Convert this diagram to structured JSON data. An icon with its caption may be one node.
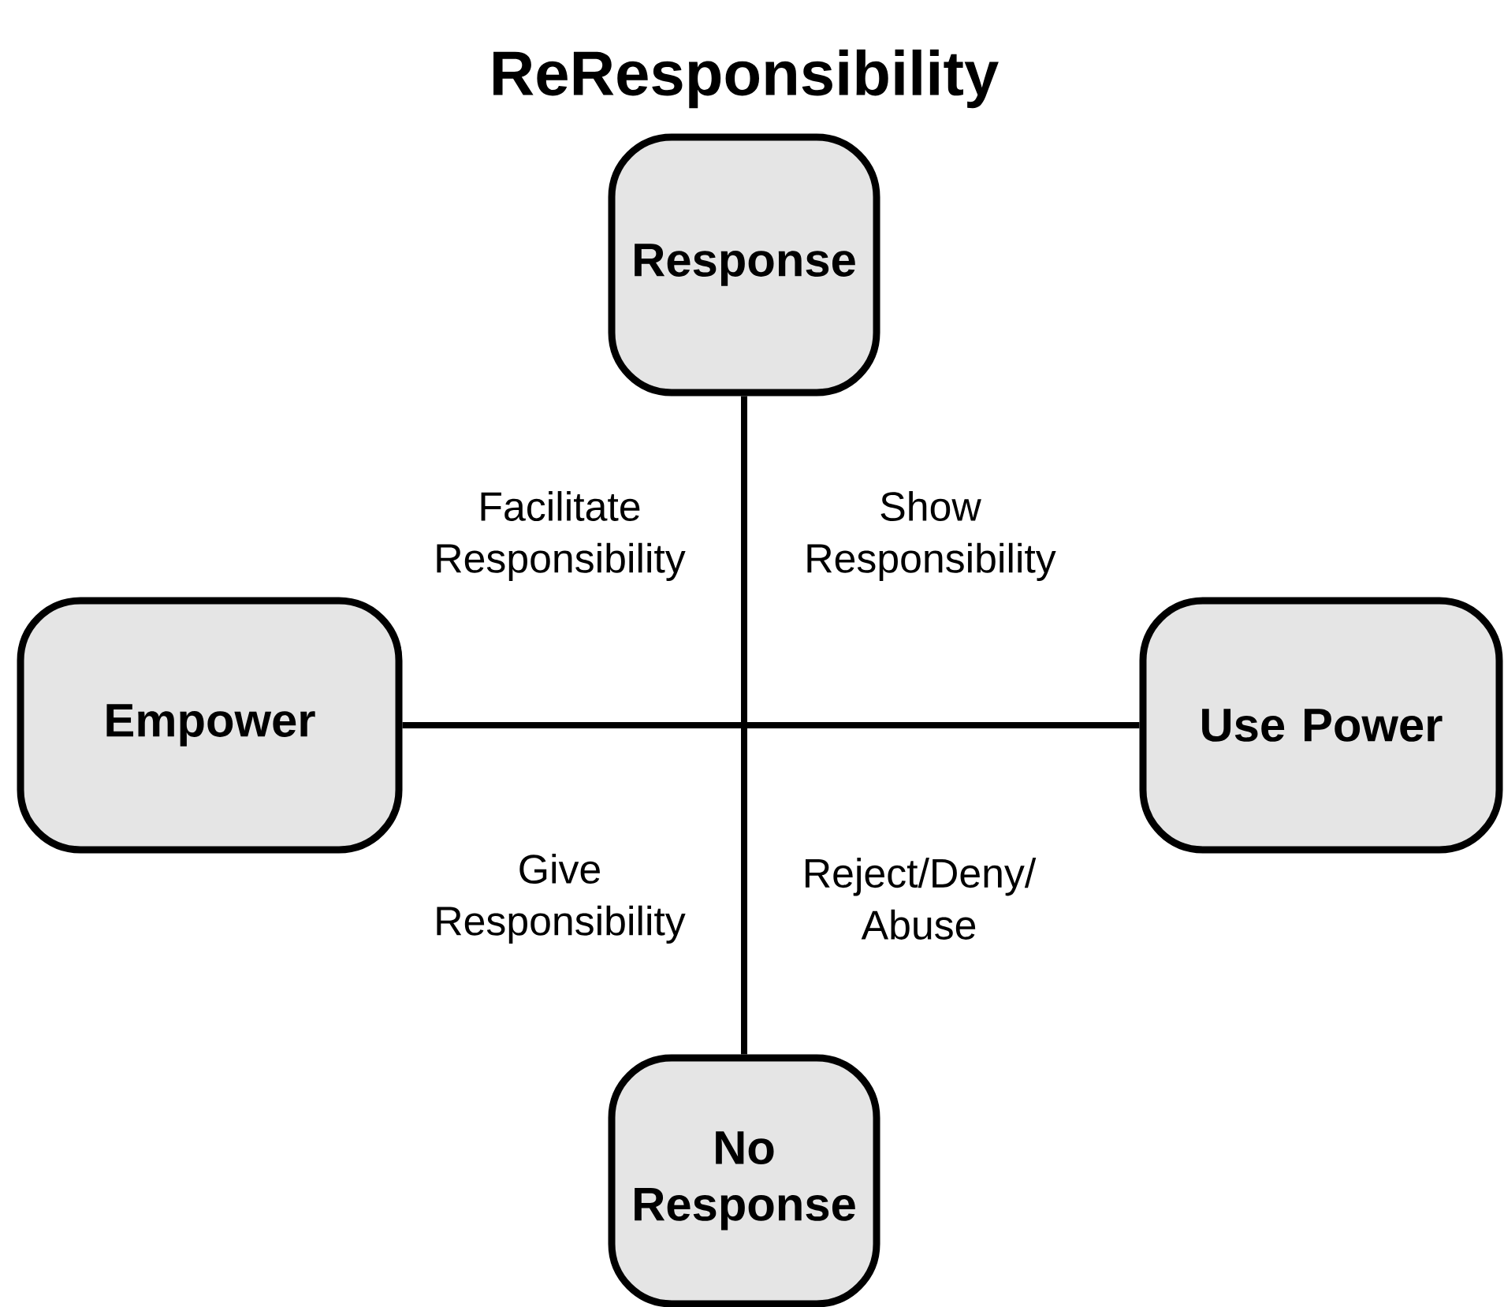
{
  "diagram": {
    "title": "ReResponsibility",
    "nodes": [
      {
        "text": [
          "Response"
        ]
      },
      {
        "text": [
          "Empower"
        ]
      },
      {
        "text": [
          "Use Power"
        ]
      },
      {
        "text": [
          "No Response"
        ]
      }
    ],
    "edges": [
      {
        "from": 0,
        "to": 3,
        "arrow": "none"
      },
      {
        "from": 1,
        "to": 2,
        "arrow": "none"
      }
    ],
    "labels": [
      "Facilitate Responsibility",
      "Show Responsibility",
      "Give Responsibility",
      "Reject/Deny/ Abuse"
    ]
  }
}
